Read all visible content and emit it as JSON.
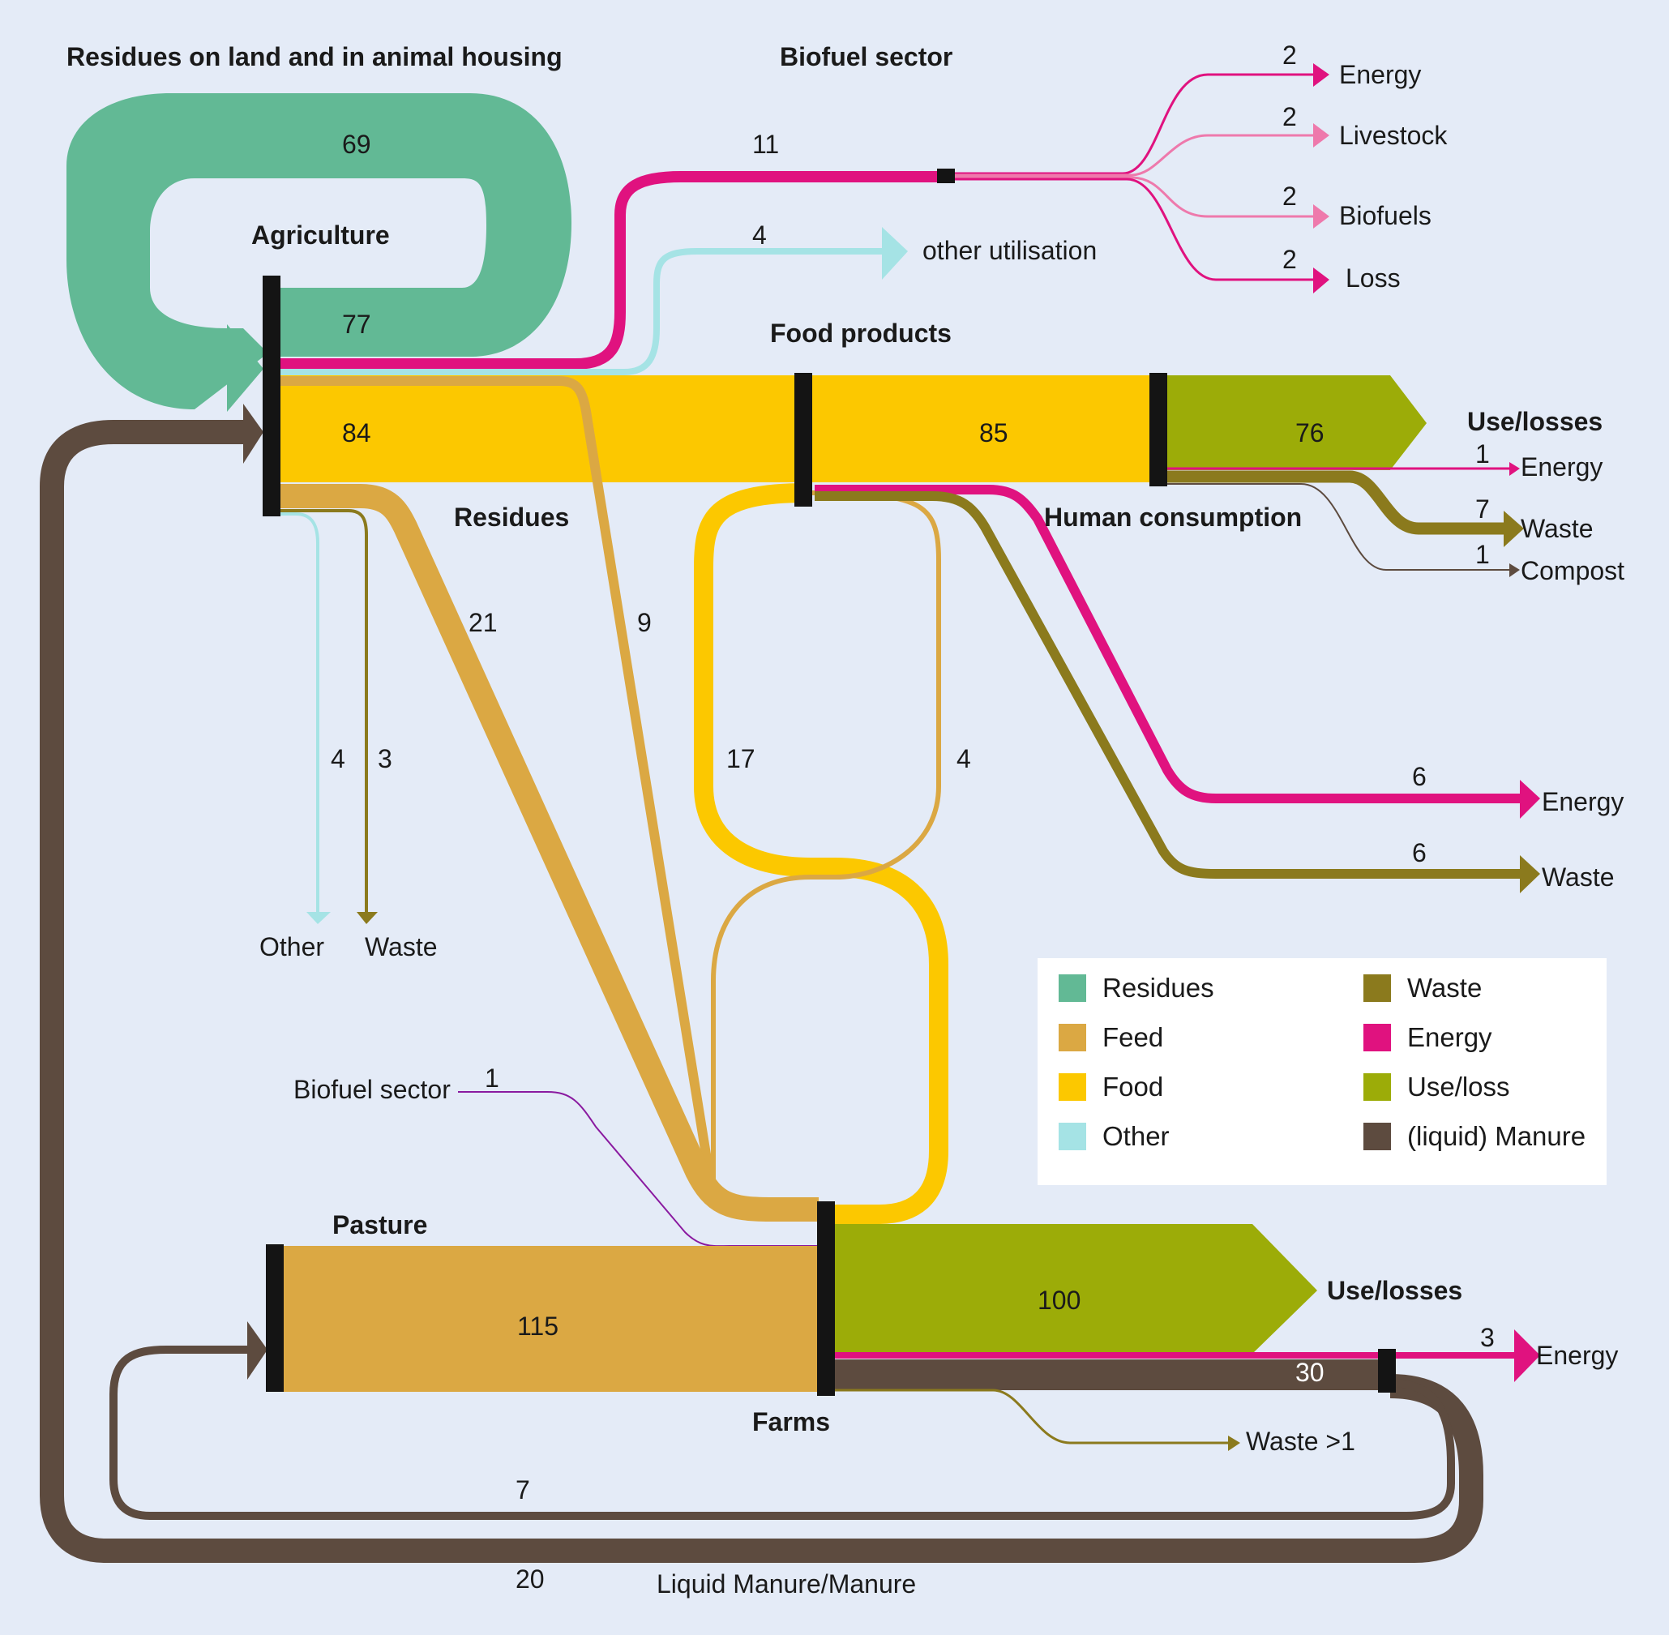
{
  "colors": {
    "residues": "#62b995",
    "feed": "#dba843",
    "food": "#fcc800",
    "other": "#a5e3e5",
    "waste": "#8b7a1d",
    "energy": "#e0127f",
    "energy_light": "#ee79ac",
    "use_loss": "#9cac08",
    "manure": "#5d4b3f",
    "biofuel_line": "#8a1aa0",
    "node": "#141414",
    "background": "#e4ebf7"
  },
  "titles": {
    "residues_on_land": "Residues on land and in animal housing",
    "biofuel_sector": "Biofuel sector",
    "agriculture": "Agriculture",
    "food_products": "Food products",
    "residues": "Residues",
    "human_consumption": "Human consumption",
    "use_losses_top": "Use/losses",
    "pasture": "Pasture",
    "farms": "Farms",
    "use_losses_bottom": "Use/losses",
    "liquid_manure": "Liquid Manure/Manure"
  },
  "labels": {
    "energy_1": "Energy",
    "livestock": "Livestock",
    "biofuels": "Biofuels",
    "loss": "Loss",
    "other_utilisation": "other utilisation",
    "energy_hc": "Energy",
    "waste_hc": "Waste",
    "compost": "Compost",
    "energy_food": "Energy",
    "waste_food": "Waste",
    "other_ag": "Other",
    "waste_ag": "Waste",
    "biofuel_sector_in": "Biofuel sector",
    "energy_farms": "Energy",
    "waste_farms": "Waste >1"
  },
  "values": {
    "residues_loop": "69",
    "agriculture_residues": "77",
    "agri_biofuel": "11",
    "bio_energy": "2",
    "bio_livestock": "2",
    "bio_biofuels": "2",
    "bio_loss": "2",
    "other_util": "4",
    "agri_food": "84",
    "food_products": "85",
    "use_loss_top": "76",
    "hc_energy": "1",
    "hc_waste": "7",
    "hc_compost": "1",
    "feed_21": "21",
    "feed_9": "9",
    "food_17": "17",
    "feed_4": "4",
    "food_energy": "6",
    "food_waste": "6",
    "agri_other": "4",
    "agri_waste": "3",
    "biofuel_in": "1",
    "pasture": "115",
    "use_loss_bottom": "100",
    "farms_energy": "3",
    "manure_30": "30",
    "manure_7": "7",
    "manure_20": "20"
  },
  "legend": [
    {
      "label": "Residues",
      "color": "#62b995"
    },
    {
      "label": "Feed",
      "color": "#dba843"
    },
    {
      "label": "Food",
      "color": "#fcc800"
    },
    {
      "label": "Other",
      "color": "#a5e3e5"
    },
    {
      "label": "Waste",
      "color": "#8b7a1d"
    },
    {
      "label": "Energy",
      "color": "#e0127f"
    },
    {
      "label": "Use/loss",
      "color": "#9cac08"
    },
    {
      "label": "(liquid) Manure",
      "color": "#5d4b3f"
    }
  ]
}
